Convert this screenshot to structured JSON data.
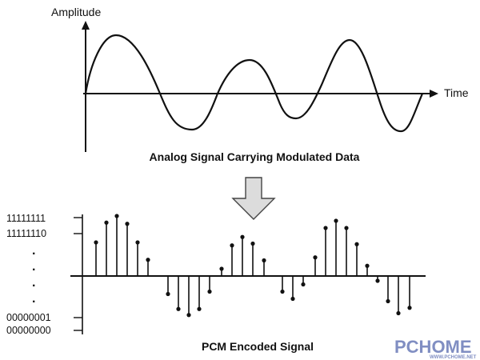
{
  "top_diagram": {
    "y_axis_label": "Amplitude",
    "x_axis_label": "Time",
    "caption": "Analog Signal Carrying Modulated Data"
  },
  "transition": {
    "arrow_icon": "down-arrow-icon"
  },
  "bottom_diagram": {
    "caption": "PCM Encoded Signal",
    "y_levels_top": [
      "11111111",
      "11111110"
    ],
    "y_levels_bottom": [
      "00000001",
      "00000000"
    ],
    "y_ellipsis": [
      ".",
      ".",
      ".",
      "."
    ]
  },
  "chart_data": {
    "type": "stem",
    "samples": [
      0.56,
      0.89,
      1.0,
      0.87,
      0.56,
      0.27,
      -0.3,
      -0.55,
      -0.65,
      -0.55,
      -0.26,
      0.12,
      0.51,
      0.65,
      0.54,
      0.26,
      -0.26,
      -0.38,
      -0.14,
      0.31,
      0.8,
      0.92,
      0.8,
      0.53,
      0.17,
      -0.08,
      -0.42,
      -0.62,
      -0.53
    ]
  },
  "watermark": {
    "text": "PCHOME",
    "sub": "WWW.PCHOME.NET"
  }
}
